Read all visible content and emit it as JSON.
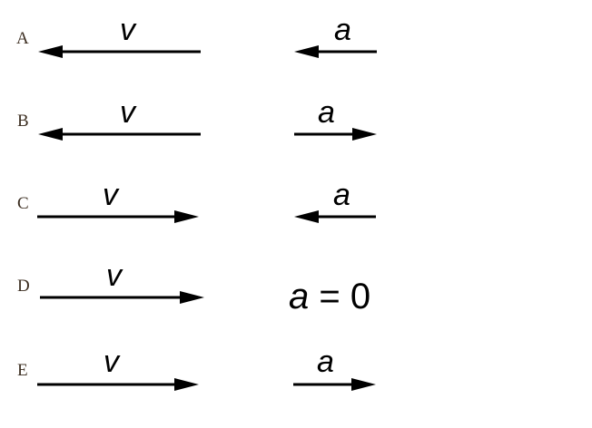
{
  "options": [
    {
      "label": "A",
      "velocity": {
        "symbol": "v",
        "direction": "left"
      },
      "acceleration": {
        "symbol": "a",
        "direction": "left"
      }
    },
    {
      "label": "B",
      "velocity": {
        "symbol": "v",
        "direction": "left"
      },
      "acceleration": {
        "symbol": "a",
        "direction": "right"
      }
    },
    {
      "label": "C",
      "velocity": {
        "symbol": "v",
        "direction": "right"
      },
      "acceleration": {
        "symbol": "a",
        "direction": "left"
      }
    },
    {
      "label": "D",
      "velocity": {
        "symbol": "v",
        "direction": "right"
      },
      "acceleration": {
        "symbol": "a",
        "text": "a = 0",
        "eq_symbol": "a",
        "eq_rest": " = 0"
      }
    },
    {
      "label": "E",
      "velocity": {
        "symbol": "v",
        "direction": "right"
      },
      "acceleration": {
        "symbol": "a",
        "direction": "right"
      }
    }
  ],
  "colors": {
    "arrow": "#000000",
    "label": "#3d2f22"
  }
}
